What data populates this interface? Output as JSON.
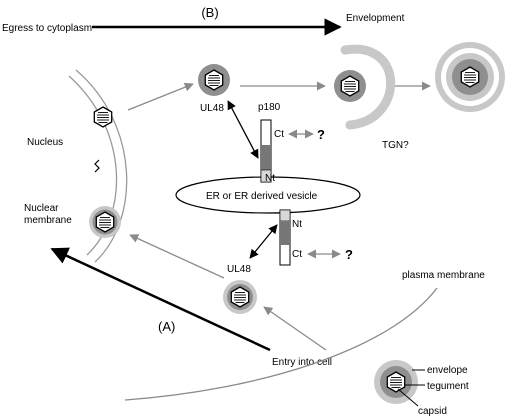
{
  "labels": {
    "section_b": "(B)",
    "section_a": "(A)",
    "egress": "Egress to cytoplasm",
    "envelopment": "Envelopment",
    "nucleus": "Nucleus",
    "nuclear_membrane_line1": "Nuclear",
    "nuclear_membrane_line2": "membrane",
    "ul48_top": "UL48",
    "ul48_bottom": "UL48",
    "p180": "p180",
    "ct_top": "Ct",
    "nt_top": "Nt",
    "q_top": "?",
    "er_vesicle": "ER  or ER derived vesicle",
    "nt_bottom": "Nt",
    "ct_bottom": "Ct",
    "q_bottom": "?",
    "tgn": "TGN?",
    "plasma_membrane": "plasma membrane",
    "entry": "Entry into cell",
    "envelope": "envelope",
    "tegument": "tegument",
    "capsid": "capsid"
  },
  "colors": {
    "tegument_gray": "#8f8f8f",
    "envelope_gray": "#c8c8c8",
    "receptor_dark": "#777777",
    "arrow_gray": "#8a8a8a"
  }
}
